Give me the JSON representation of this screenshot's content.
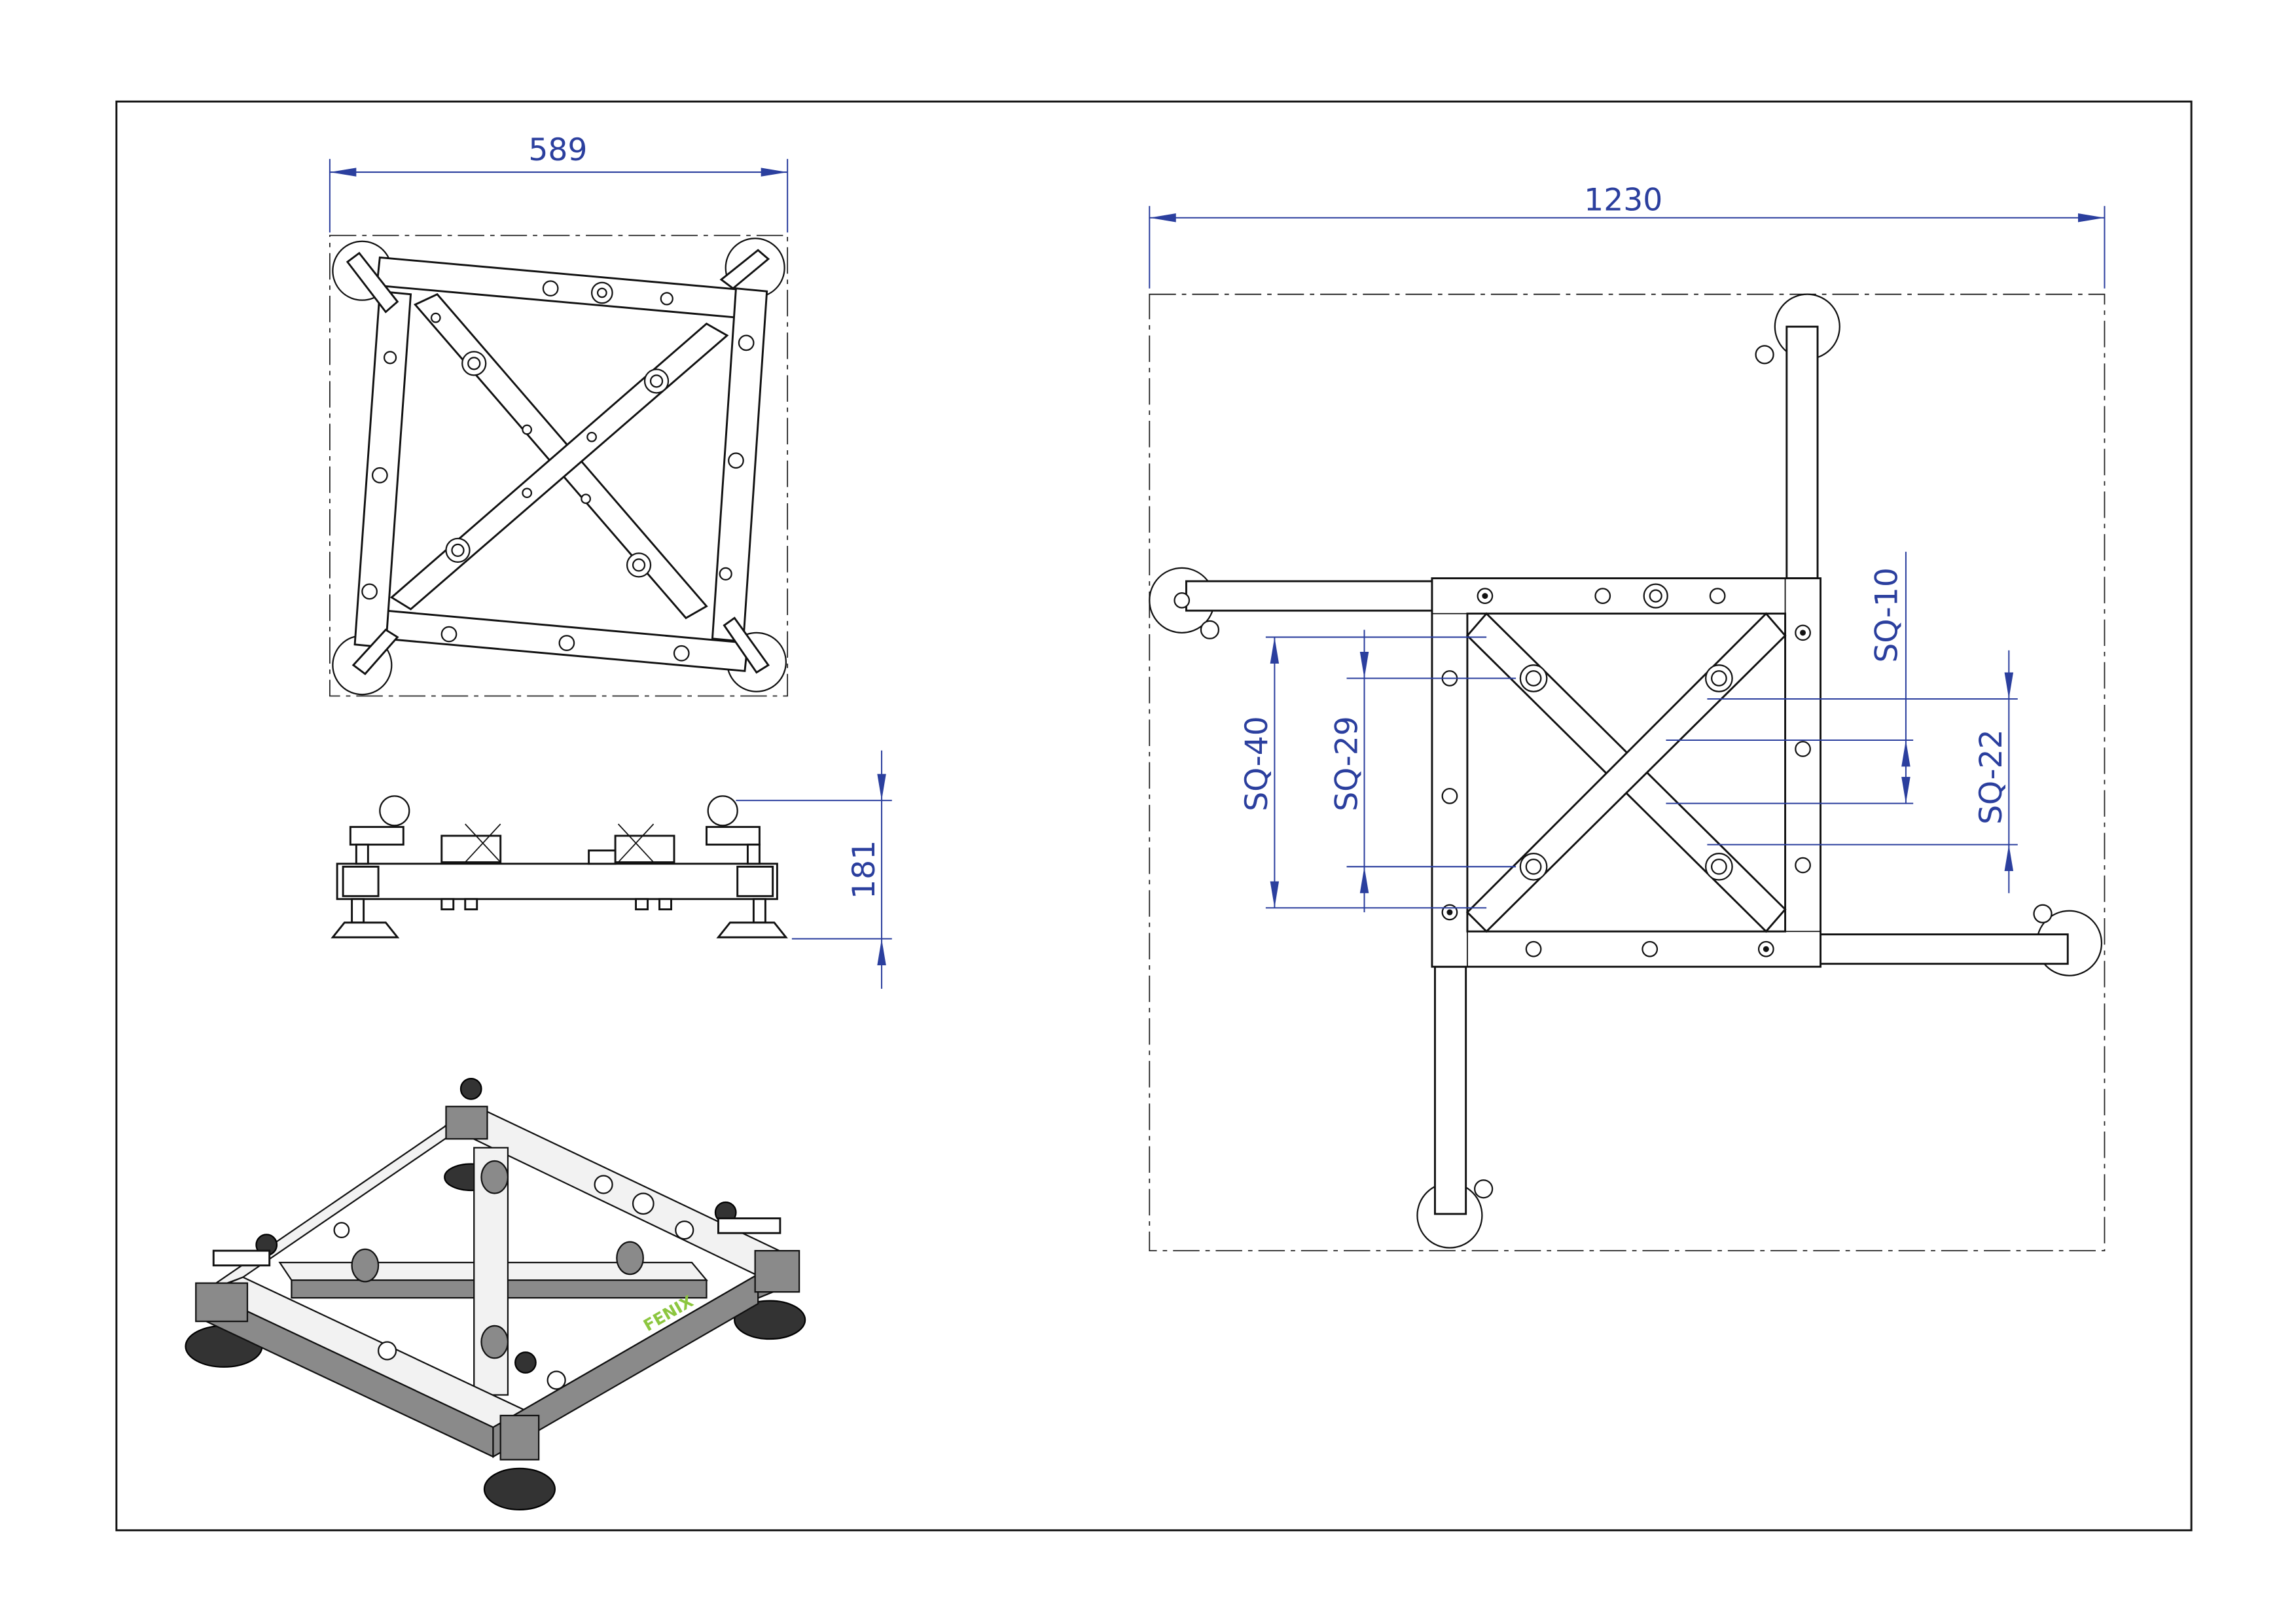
{
  "drawing": {
    "views": {
      "top_view": {
        "width_dimension": "589"
      },
      "side_view": {
        "height_dimension": "181"
      },
      "layout_view": {
        "overall_dimension": "1230",
        "truss_sizes": [
          "SQ-40",
          "SQ-29",
          "SQ-10",
          "SQ-22"
        ]
      },
      "isometric_view": {
        "logo": "FENIX"
      }
    },
    "colors": {
      "dimension": "#2b3f9e",
      "logo": "#8cc63f",
      "frame": "#111111"
    }
  }
}
